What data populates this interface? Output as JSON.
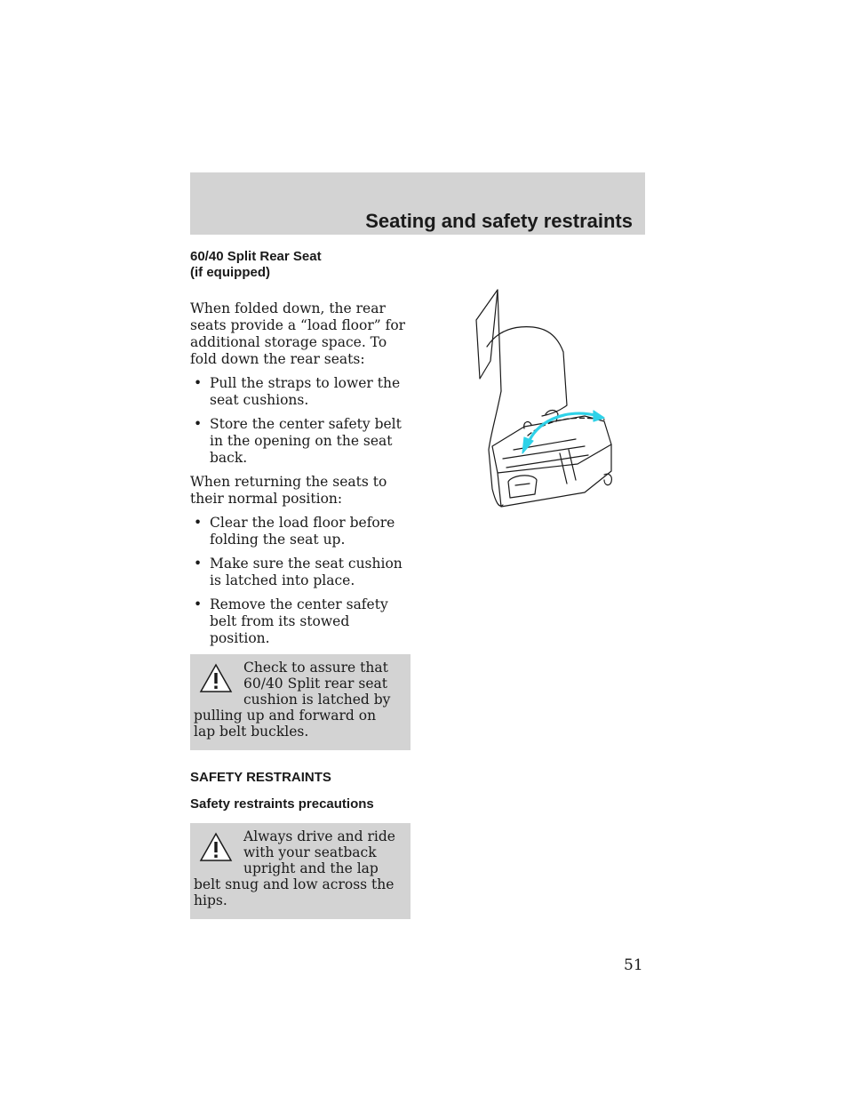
{
  "header": {
    "title": "Seating and safety restraints"
  },
  "section_rear_seat": {
    "heading_line1": "60/40 Split Rear Seat",
    "heading_line2": "(if equipped)",
    "intro": "When folded down, the rear seats provide a “load floor” for additional storage space. To fold down the rear seats:",
    "fold_steps": [
      "Pull the straps to lower the seat cushions.",
      "Store the center safety belt in the opening on the seat back."
    ],
    "return_intro": "When returning the seats to their normal position:",
    "return_steps": [
      "Clear the load floor before folding the seat up.",
      "Make sure the seat cushion is latched into place.",
      "Remove the center safety belt from its stowed position."
    ],
    "warning": "Check to assure that 60/40 Split rear seat cushion is latched by pulling up and forward on lap belt buckles."
  },
  "section_restraints": {
    "heading": "SAFETY RESTRAINTS",
    "subheading": "Safety restraints precautions",
    "warning": "Always drive and ride with your seatback upright and the lap belt snug and low across the hips."
  },
  "bullet_glyph": "•",
  "page_number": "51",
  "colors": {
    "band": "#d3d3d3",
    "arrow": "#2fd2e8",
    "text": "#1a1a1a"
  },
  "icons": {
    "warning": "warning-triangle-icon"
  }
}
